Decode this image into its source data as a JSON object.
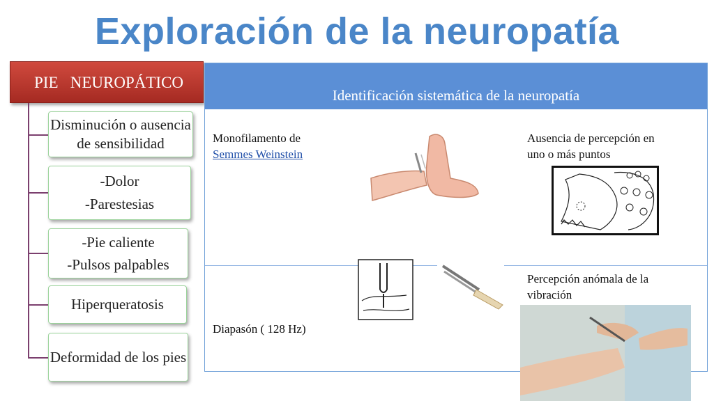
{
  "title": "Exploración de la neuropatía",
  "left_panel": {
    "header": "PIE   NEUROPÁTICO",
    "items": [
      {
        "lines": [
          "Disminución o ausencia",
          "de sensibilidad"
        ]
      },
      {
        "lines": [
          "-Dolor",
          "-Parestesias"
        ]
      },
      {
        "lines": [
          "-Pie caliente",
          "-Pulsos palpables"
        ]
      },
      {
        "lines": [
          "Hiperqueratosis"
        ]
      },
      {
        "lines": [
          "Deformidad de los pies"
        ]
      }
    ]
  },
  "right_panel": {
    "header": "Identificación sistemática de la neuropatía",
    "row1": {
      "method_prefix": "Monofilamento de",
      "method_link": "Semmes Weinstein",
      "finding": [
        "Ausencia de percepción en",
        "uno o más puntos"
      ]
    },
    "row2": {
      "method": "Diapasón ( 128 Hz)",
      "finding": [
        "Percepción anómala de la",
        "vibración"
      ]
    }
  }
}
